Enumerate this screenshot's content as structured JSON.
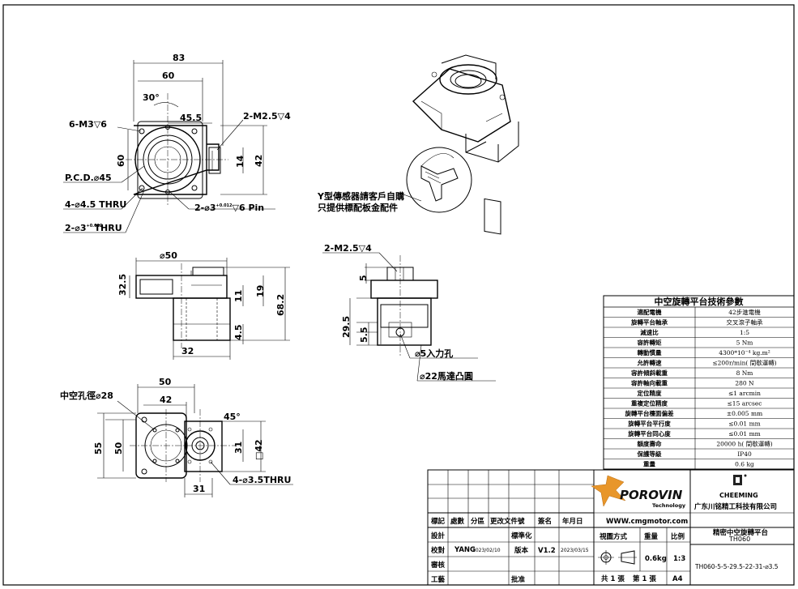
{
  "front_view": {
    "dim_83": "83",
    "dim_60": "60",
    "dim_30deg": "30°",
    "dim_45_5": "45.5",
    "label_m3": "6-M3▽6",
    "label_m2_5_top": "2-M2.5▽4",
    "dim_60_v": "60",
    "dim_14": "14",
    "dim_42": "42",
    "label_pcd": "P.C.D.⌀45",
    "label_45thru": "4-⌀4.5 THRU",
    "label_pin": "2-⌀3",
    "label_pin_tol": "+0.012",
    "label_pin_tol2": "0",
    "label_pin_rest": "▽6 Pin",
    "label_3thru": "2-⌀3",
    "label_3thru_tol": "+0.012",
    "label_3thru_rest": "THRU"
  },
  "iso_note": {
    "line1": "Y型傳感器請客戶自購",
    "line2": "只提供標配板金配件"
  },
  "side_view": {
    "dim_50": "⌀50",
    "dim_32_5": "32.5",
    "dim_11": "11",
    "dim_19": "19",
    "dim_68_2": "68.2",
    "dim_4_5": "4.5",
    "dim_32": "32"
  },
  "end_view": {
    "label_m2_5": "2-M2.5▽4",
    "dim_5": "5",
    "dim_29_5": "29.5",
    "dim_5_5": "5.5",
    "label_input": "⌀5入力孔",
    "label_boss": "⌀22馬達凸圓"
  },
  "bottom_view": {
    "label_hollow": "中空孔徑⌀28",
    "dim_50": "50",
    "dim_42": "42",
    "dim_55": "55",
    "dim_50_v": "50",
    "dim_31_v": "31",
    "dim_42_box": "□42",
    "dim_31": "31",
    "dim_45deg": "45°",
    "label_thru": "4-⌀3.5THRU"
  },
  "spec_table": {
    "title": "中空旋轉平台技術參數",
    "rows": [
      {
        "k": "適配電機",
        "v": "42步進電機"
      },
      {
        "k": "旋轉平台軸承",
        "v": "交叉滾子軸承"
      },
      {
        "k": "減速比",
        "v": "1:5"
      },
      {
        "k": "容許轉矩",
        "v": "5 Nm"
      },
      {
        "k": "轉動慣量",
        "v": "4300*10⁻⁴ kg.m²"
      },
      {
        "k": "允許轉速",
        "v": "≤200r/min( 間歇運轉)"
      },
      {
        "k": "容許傾斜載重",
        "v": "8 Nm"
      },
      {
        "k": "容許軸向載重",
        "v": "280 N"
      },
      {
        "k": "定位精度",
        "v": "≤1 arcmin"
      },
      {
        "k": "重複定位精度",
        "v": "≤15 arcsec"
      },
      {
        "k": "旋轉平台檯面偏差",
        "v": "±0.005 mm"
      },
      {
        "k": "旋轉平台平行度",
        "v": "≤0.01 mm"
      },
      {
        "k": "旋轉平台同心度",
        "v": "≤0.01 mm"
      },
      {
        "k": "額度壽命",
        "v": "20000 h( 間歇運轉)"
      },
      {
        "k": "保護等級",
        "v": "IP40"
      },
      {
        "k": "重量",
        "v": "0.6 kg"
      }
    ]
  },
  "title_block": {
    "brand": "POROVIN",
    "brand_sub": "Technology",
    "website": "WWW.cmgmotor.com",
    "logo_name": "CHEEMING",
    "company": "广东川铭精工科技有限公司",
    "product_name": "精密中空旋轉平台",
    "model": "TH060",
    "drawing_no": "TH060-5-5-29.5-22-31-⌀3.5",
    "headers": [
      "標記",
      "處數",
      "分區",
      "更改文件號",
      "簽名",
      "年月日"
    ],
    "design": "設計",
    "standardize": "標準化",
    "check": "校對",
    "check_name": "YANG",
    "check_date": "2023/02/10",
    "version_label": "版本",
    "version": "V1.2",
    "version_date": "2023/03/15",
    "review": "審核",
    "process": "工藝",
    "approve": "批准",
    "view_method": "視圖方式",
    "weight_label": "重量",
    "scale_label": "比例",
    "weight": "0.6kg",
    "scale": "1:3",
    "sheet_total": "共 1 張",
    "sheet_no": "第 1 張",
    "paper": "A4"
  }
}
